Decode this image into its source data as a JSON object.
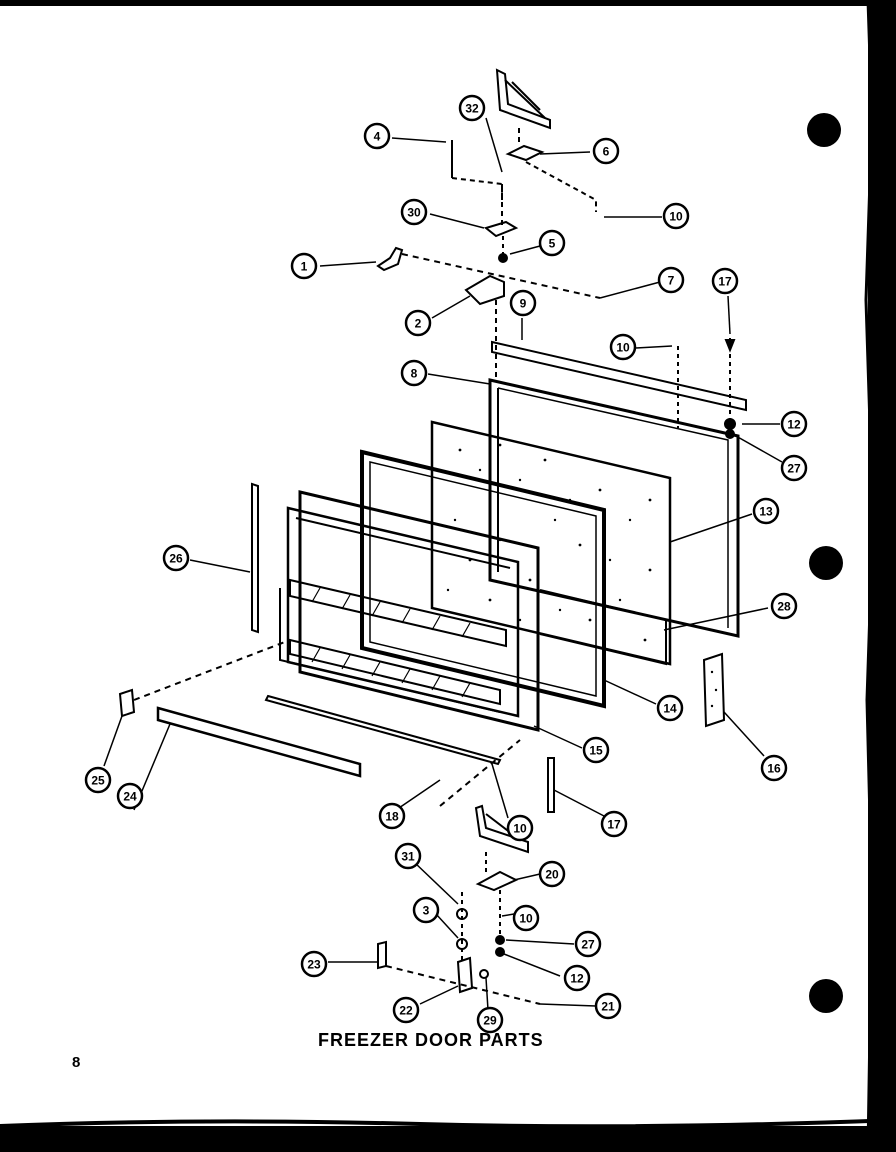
{
  "title": "FREEZER DOOR PARTS",
  "page_number": "8",
  "callout_labels": [
    "32",
    "4",
    "6",
    "30",
    "10",
    "5",
    "1",
    "7",
    "17",
    "2",
    "9",
    "10",
    "8",
    "12",
    "27",
    "13",
    "26",
    "28",
    "14",
    "15",
    "16",
    "25",
    "24",
    "18",
    "10",
    "17",
    "31",
    "20",
    "3",
    "10",
    "27",
    "23",
    "12",
    "21",
    "22",
    "29"
  ]
}
